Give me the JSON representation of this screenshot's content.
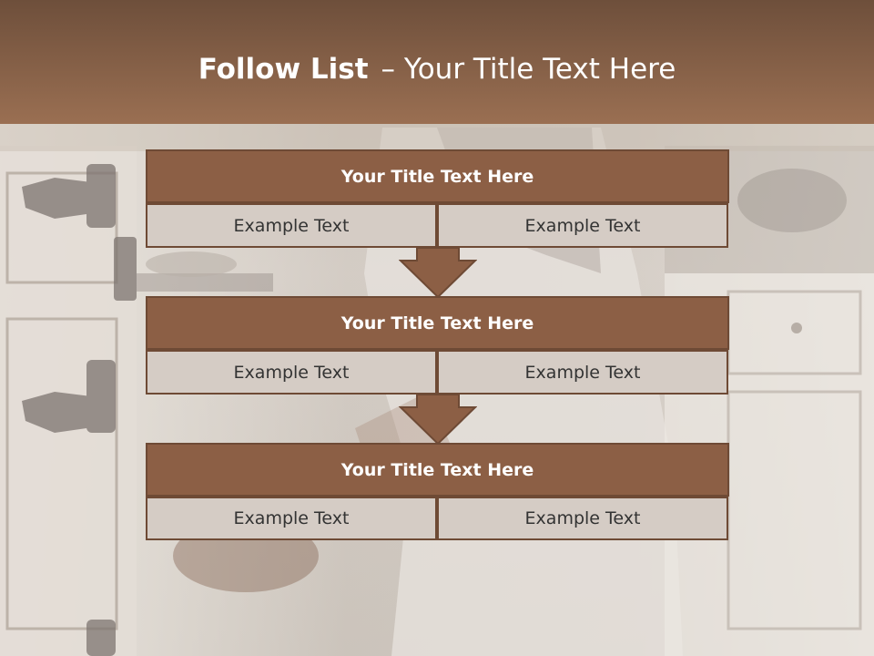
{
  "slide": {
    "title_bold": "Follow List",
    "title_rest": "– Your Title Text Here"
  },
  "blocks": [
    {
      "title": "Your Title Text Here",
      "left": "Example Text",
      "right": "Example Text"
    },
    {
      "title": "Your Title Text Here",
      "left": "Example Text",
      "right": "Example Text"
    },
    {
      "title": "Your Title Text Here",
      "left": "Example Text",
      "right": "Example Text"
    }
  ],
  "colors": {
    "header": "#8f6549",
    "box_title": "#8c5f45",
    "box_cell": "#d5ccc5",
    "border": "#6e4a35",
    "arrow": "#8c5f45"
  }
}
